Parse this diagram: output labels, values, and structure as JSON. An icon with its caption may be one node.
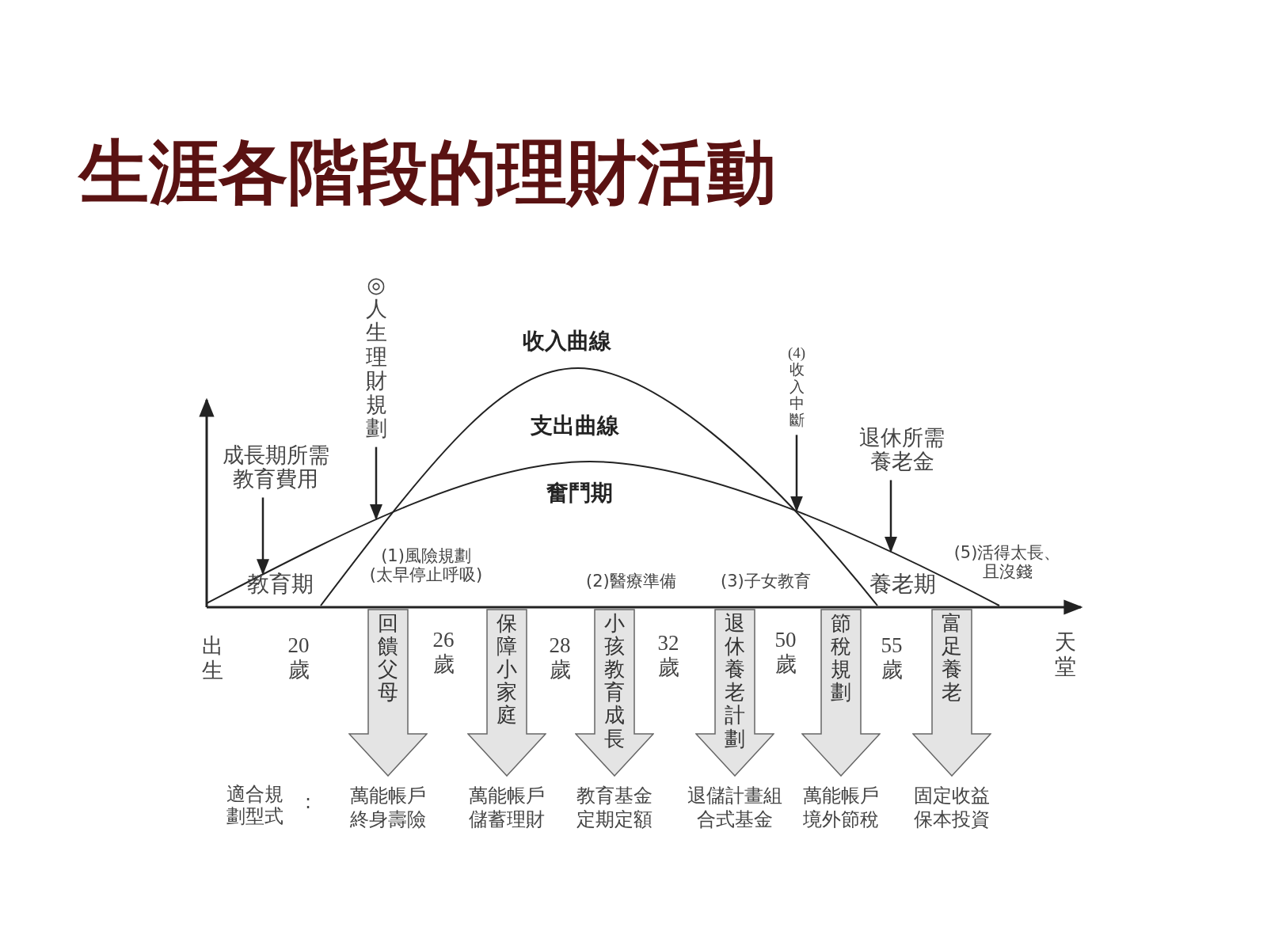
{
  "diagram": {
    "title": "生涯各階段的理財活動",
    "nodes": [
      {
        "text": [
          "◎人生理財規劃"
        ]
      },
      {
        "text": [
          "成長期所需教育費用"
        ]
      },
      {
        "text": [
          "(4)收入中斷"
        ]
      },
      {
        "text": [
          "退休所需養老金"
        ]
      },
      {
        "text": [
          "回饋父母"
        ],
        "beside": [
          "萬能帳戶終身壽險"
        ]
      },
      {
        "text": [
          "保障小家庭"
        ],
        "beside": [
          "萬能帳戶儲蓄理財"
        ]
      },
      {
        "text": [
          "小孩教育成長"
        ],
        "beside": [
          "教育基金定期定額"
        ]
      },
      {
        "text": [
          "退休養老計劃"
        ],
        "beside": [
          "退儲計畫組合式基金"
        ]
      },
      {
        "text": [
          "節稅規劃"
        ],
        "beside": [
          "萬能帳戶境外節稅"
        ]
      },
      {
        "text": [
          "富足養老"
        ],
        "beside": [
          "固定收益保本投資"
        ]
      },
      {
        "text": [],
        "shape": "curve"
      }
    ],
    "edges": [
      {
        "from": 0,
        "to": 10,
        "arrow": "to"
      },
      {
        "from": 1,
        "to": 10,
        "arrow": "to"
      },
      {
        "from": 2,
        "to": 10,
        "arrow": "to"
      },
      {
        "from": 3,
        "to": 10,
        "arrow": "to"
      }
    ],
    "labels": [
      "收入曲線",
      "支出曲線",
      "奮鬥期",
      "教育期",
      "(1)風險規劃(太早停止呼吸)",
      "(2)醫療準備",
      "(3)子女教育",
      "養老期",
      "(5)活得太長、且沒錢",
      "出生",
      "20歲",
      "26歲",
      "28歲",
      "32歲",
      "50歲",
      "55歲",
      "天堂",
      "適合規劃型式",
      ":"
    ]
  }
}
